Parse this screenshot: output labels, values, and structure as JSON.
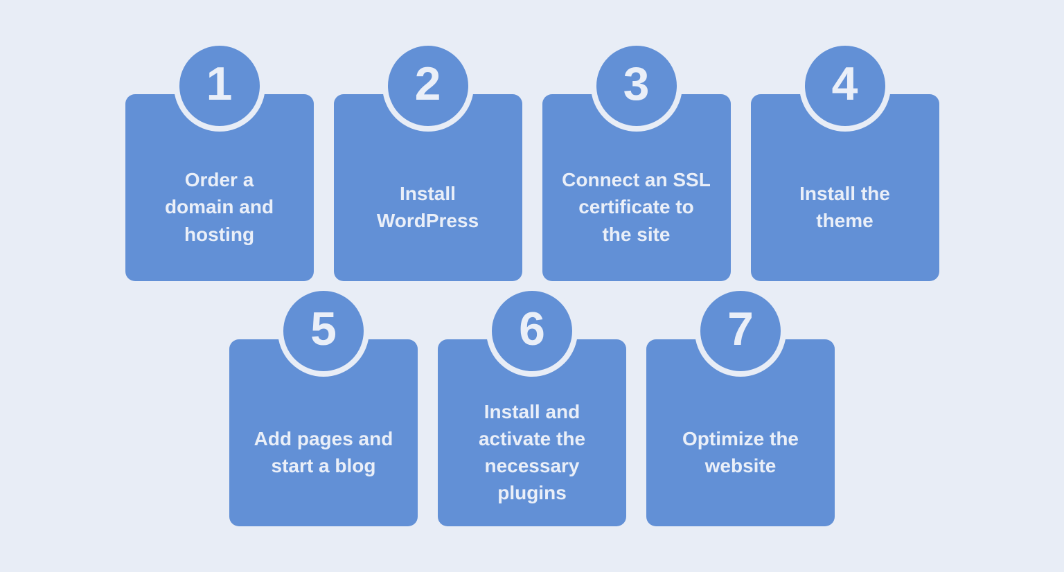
{
  "colors": {
    "background": "#e8edf6",
    "card_blue": "#6290d6",
    "circle_ring": "#e8edf6",
    "text": "#eaeff8"
  },
  "steps": [
    {
      "number": "1",
      "label": "Order a\ndomain and\nhosting"
    },
    {
      "number": "2",
      "label": "Install\nWordPress"
    },
    {
      "number": "3",
      "label": "Connect an SSL\ncertificate to\nthe site"
    },
    {
      "number": "4",
      "label": "Install the\ntheme"
    },
    {
      "number": "5",
      "label": "Add pages and\nstart a blog"
    },
    {
      "number": "6",
      "label": "Install and\nactivate the\nnecessary\nplugins"
    },
    {
      "number": "7",
      "label": "Optimize the\nwebsite"
    }
  ]
}
